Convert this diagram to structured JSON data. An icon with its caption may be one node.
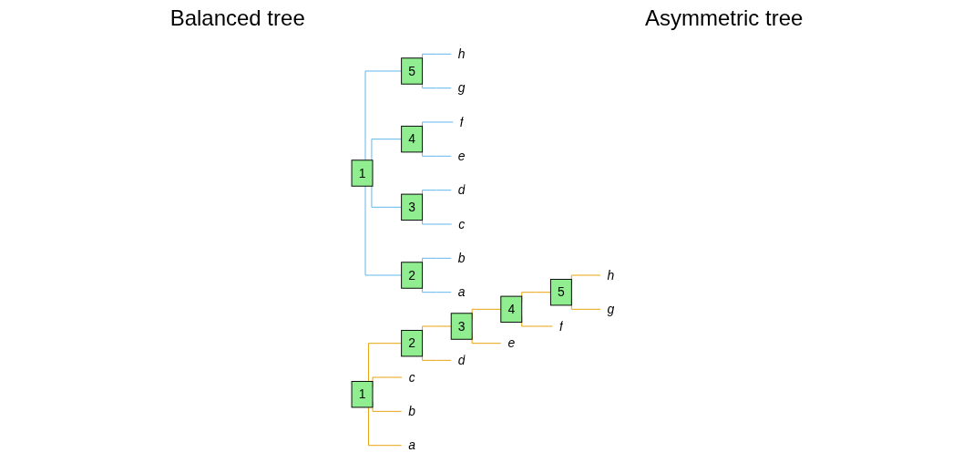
{
  "diagram": {
    "nodes": [
      {
        "text": [
          "1"
        ]
      },
      {
        "text": [
          "2"
        ]
      },
      {
        "text": [
          "3"
        ]
      },
      {
        "text": [
          "4"
        ]
      },
      {
        "text": [
          "5"
        ]
      },
      {
        "text": [
          "h"
        ]
      },
      {
        "text": [
          "g"
        ]
      },
      {
        "text": [
          "f"
        ]
      },
      {
        "text": [
          "e"
        ]
      },
      {
        "text": [
          "d"
        ]
      },
      {
        "text": [
          "c"
        ]
      },
      {
        "text": [
          "b"
        ]
      },
      {
        "text": [
          "a"
        ]
      },
      {
        "text": [
          "1"
        ]
      },
      {
        "text": [
          "2"
        ]
      },
      {
        "text": [
          "3"
        ]
      },
      {
        "text": [
          "4"
        ]
      },
      {
        "text": [
          "5"
        ]
      },
      {
        "text": [
          "h"
        ]
      },
      {
        "text": [
          "g"
        ]
      },
      {
        "text": [
          "f"
        ]
      },
      {
        "text": [
          "e"
        ]
      },
      {
        "text": [
          "d"
        ]
      },
      {
        "text": [
          "c"
        ]
      },
      {
        "text": [
          "b"
        ]
      },
      {
        "text": [
          "a"
        ]
      }
    ],
    "edges": [
      {
        "from": 0,
        "to": 4,
        "arrow": "none",
        "color": "#56b4e9"
      },
      {
        "from": 0,
        "to": 3,
        "arrow": "none",
        "color": "#56b4e9"
      },
      {
        "from": 0,
        "to": 2,
        "arrow": "none",
        "color": "#56b4e9"
      },
      {
        "from": 0,
        "to": 1,
        "arrow": "none",
        "color": "#56b4e9"
      },
      {
        "from": 4,
        "to": 5,
        "arrow": "none",
        "color": "#56b4e9"
      },
      {
        "from": 4,
        "to": 6,
        "arrow": "none",
        "color": "#56b4e9"
      },
      {
        "from": 3,
        "to": 7,
        "arrow": "none",
        "color": "#56b4e9"
      },
      {
        "from": 3,
        "to": 8,
        "arrow": "none",
        "color": "#56b4e9"
      },
      {
        "from": 2,
        "to": 9,
        "arrow": "none",
        "color": "#56b4e9"
      },
      {
        "from": 2,
        "to": 10,
        "arrow": "none",
        "color": "#56b4e9"
      },
      {
        "from": 1,
        "to": 11,
        "arrow": "none",
        "color": "#56b4e9"
      },
      {
        "from": 1,
        "to": 12,
        "arrow": "none",
        "color": "#56b4e9"
      },
      {
        "from": 17,
        "to": 18,
        "arrow": "none",
        "color": "#e69f00"
      },
      {
        "from": 17,
        "to": 19,
        "arrow": "none",
        "color": "#e69f00"
      },
      {
        "from": 16,
        "to": 17,
        "arrow": "none",
        "color": "#e69f00"
      },
      {
        "from": 16,
        "to": 20,
        "arrow": "none",
        "color": "#e69f00"
      },
      {
        "from": 15,
        "to": 16,
        "arrow": "none",
        "color": "#e69f00"
      },
      {
        "from": 15,
        "to": 21,
        "arrow": "none",
        "color": "#e69f00"
      },
      {
        "from": 14,
        "to": 15,
        "arrow": "none",
        "color": "#e69f00"
      },
      {
        "from": 14,
        "to": 22,
        "arrow": "none",
        "color": "#e69f00"
      },
      {
        "from": 13,
        "to": 14,
        "arrow": "none",
        "color": "#e69f00"
      },
      {
        "from": 13,
        "to": 23,
        "arrow": "none",
        "color": "#e69f00"
      },
      {
        "from": 13,
        "to": 24,
        "arrow": "none",
        "color": "#e69f00"
      },
      {
        "from": 13,
        "to": 25,
        "arrow": "none",
        "color": "#e69f00"
      }
    ],
    "labels": [
      "Balanced tree",
      "Asymmetric tree"
    ]
  }
}
